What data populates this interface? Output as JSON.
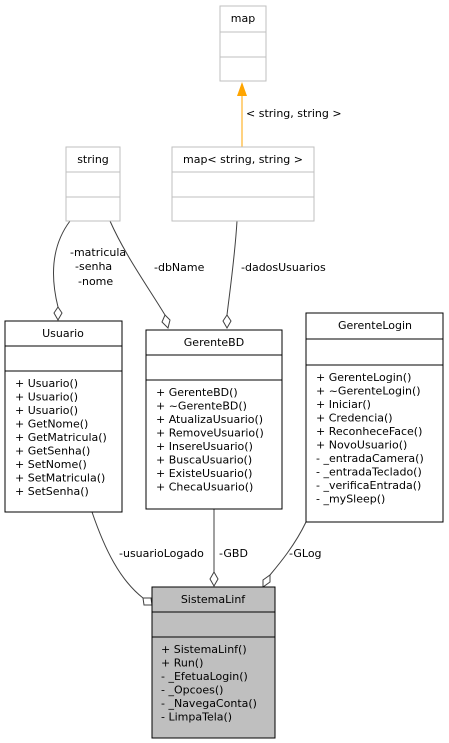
{
  "colors": {
    "class_border": "#000000",
    "external_border": "#bfbfbf",
    "highlight_fill": "#bfbfbf",
    "edge_dark": "#404040",
    "inheritance_edge": "#ffa500"
  },
  "classes": {
    "map": {
      "name": "map",
      "members": []
    },
    "string": {
      "name": "string",
      "members": []
    },
    "map_string": {
      "name": "map< string, string >",
      "members": []
    },
    "usuario": {
      "name": "Usuario",
      "members": [
        "+ Usuario()",
        "+ Usuario()",
        "+ Usuario()",
        "+ GetNome()",
        "+ GetMatricula()",
        "+ GetSenha()",
        "+ SetNome()",
        "+ SetMatricula()",
        "+ SetSenha()"
      ]
    },
    "gerente_bd": {
      "name": "GerenteBD",
      "members": [
        "+ GerenteBD()",
        "+ ~GerenteBD()",
        "+ AtualizaUsuario()",
        "+ RemoveUsuario()",
        "+ InsereUsuario()",
        "+ BuscaUsuario()",
        "+ ExisteUsuario()",
        "+ ChecaUsuario()"
      ]
    },
    "gerente_login": {
      "name": "GerenteLogin",
      "members": [
        "+ GerenteLogin()",
        "+ ~GerenteLogin()",
        "+ Iniciar()",
        "+ Credencia()",
        "+ ReconheceFace()",
        "+ NovoUsuario()",
        "- _entradaCamera()",
        "- _entradaTeclado()",
        "- _verificaEntrada()",
        "- _mySleep()"
      ]
    },
    "sistema_linf": {
      "name": "SistemaLinf",
      "members": [
        "+ SistemaLinf()",
        "+ Run()",
        "- _EfetuaLogin()",
        "- _Opcoes()",
        "- _NavegaConta()",
        "- LimpaTela()"
      ]
    }
  },
  "edge_labels": {
    "template_args": "< string, string >",
    "string_to_usuario": [
      "-matricula",
      "-senha",
      "-nome"
    ],
    "string_to_gerente_bd": "-dbName",
    "map_to_gerente_bd": "-dadosUsuarios",
    "usuario_to_sistema": "-usuarioLogado",
    "gerente_bd_to_sistema": "-GBD",
    "gerente_login_to_sistema": "-GLog"
  }
}
